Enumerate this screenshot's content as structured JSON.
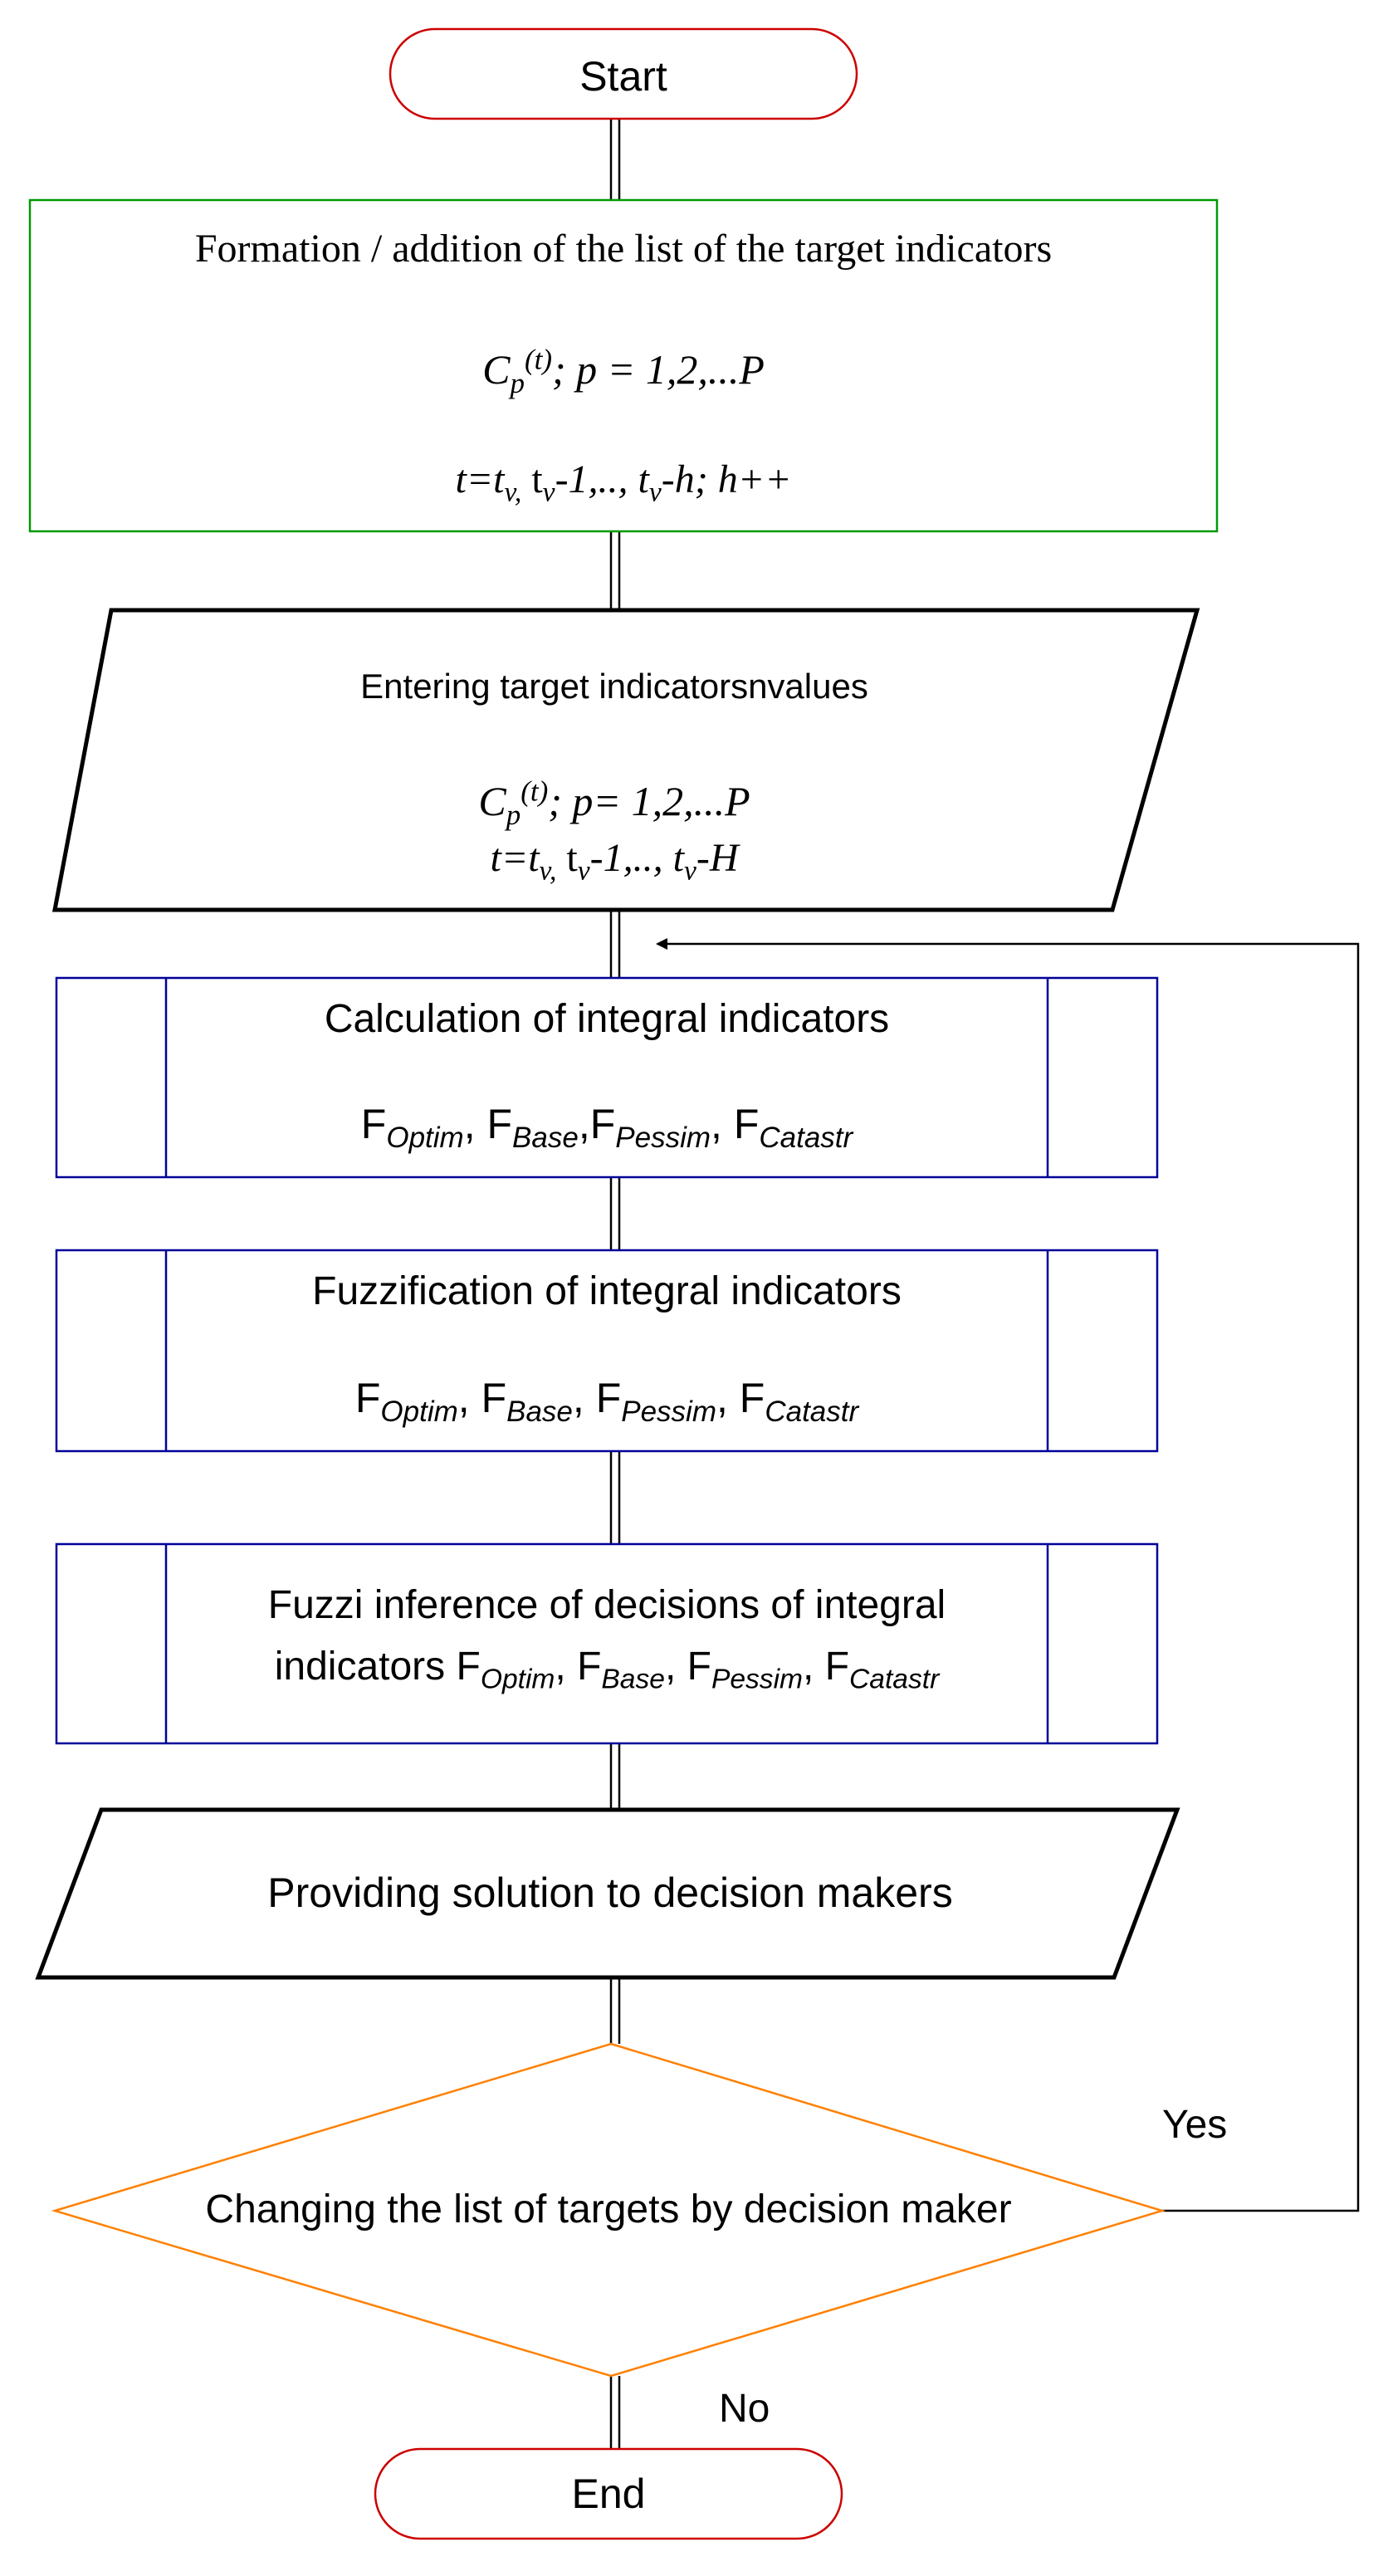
{
  "start": {
    "label": "Start"
  },
  "step1": {
    "title": "Formation / addition of the list of the target indicators",
    "formula_main": "C",
    "formula_sub": "p",
    "formula_sup": "(t)",
    "formula_rest": "; p = 1,2,...P",
    "time_range": {
      "a": "t=t",
      "a_sub": "v,",
      "b": " t",
      "b_sub": "v",
      "c": "-1,.., t",
      "c_sub": "v",
      "d": "-h; h++"
    }
  },
  "step2": {
    "title": "Entering target indicatorsnvalues",
    "formula_main": "C",
    "formula_sub": "p",
    "formula_sup": "(t)",
    "formula_rest": "; p= 1,2,...P",
    "time_range": {
      "a": "t=t",
      "a_sub": "v,",
      "b": " t",
      "b_sub": "v",
      "c": "-1,.., t",
      "c_sub": "v",
      "d": "-H"
    }
  },
  "step3": {
    "title": "Calculation of integral indicators",
    "indicators": [
      {
        "F": "F",
        "sub": "Optim",
        "sep": ", "
      },
      {
        "F": "F",
        "sub": "Base",
        "sep": ","
      },
      {
        "F": "F",
        "sub": "Pessim",
        "sep": ", "
      },
      {
        "F": "F",
        "sub": "Catastr",
        "sep": ""
      }
    ]
  },
  "step4": {
    "title": "Fuzzification of integral indicators",
    "indicators": [
      {
        "F": "F",
        "sub": "Optim",
        "sep": ", "
      },
      {
        "F": "F",
        "sub": "Base",
        "sep": ", "
      },
      {
        "F": "F",
        "sub": "Pessim",
        "sep": ", "
      },
      {
        "F": "F",
        "sub": "Catastr",
        "sep": ""
      }
    ]
  },
  "step5": {
    "line1": "Fuzzi inference of decisions of integral",
    "line2_prefix": "indicators ",
    "indicators": [
      {
        "F": "F",
        "sub": "Optim",
        "sep": ", "
      },
      {
        "F": "F",
        "sub": "Base",
        "sep": ", "
      },
      {
        "F": "F",
        "sub": "Pessim",
        "sep": ", "
      },
      {
        "F": "F",
        "sub": "Catastr",
        "sep": ""
      }
    ]
  },
  "step6": {
    "title": "Providing solution to decision makers"
  },
  "decision": {
    "question": "Changing the list of targets by decision maker",
    "yes": "Yes",
    "no": "No"
  },
  "end": {
    "label": "End"
  },
  "colors": {
    "terminator": "#cc0000",
    "formation_box": "#009900",
    "process_box": "#000099",
    "decision": "#ff8000",
    "io": "#000000"
  }
}
